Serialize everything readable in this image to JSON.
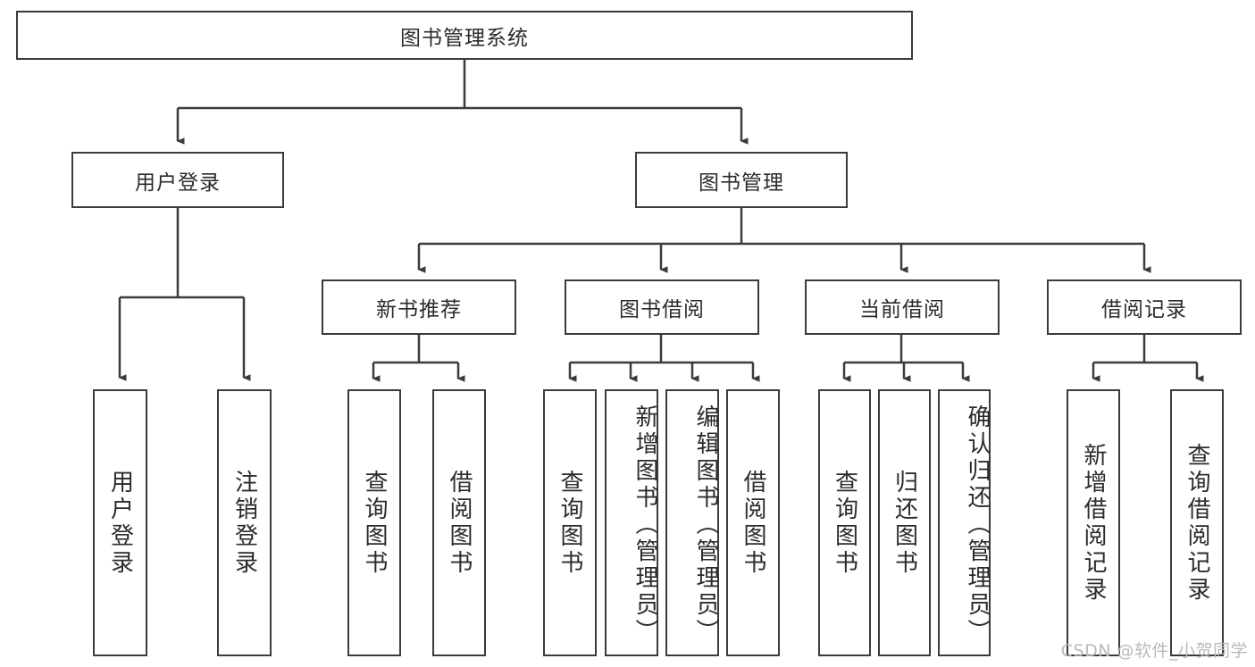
{
  "diagram": {
    "type": "tree-hierarchy",
    "root": {
      "id": "root",
      "label": "图书管理系统"
    },
    "level1": [
      {
        "id": "user-login",
        "label": "用户登录"
      },
      {
        "id": "book-management",
        "label": "图书管理"
      }
    ],
    "level2": [
      {
        "id": "new-book-recommend",
        "label": "新书推荐",
        "parent": "book-management"
      },
      {
        "id": "book-borrow",
        "label": "图书借阅",
        "parent": "book-management"
      },
      {
        "id": "current-borrow",
        "label": "当前借阅",
        "parent": "book-management"
      },
      {
        "id": "borrow-record",
        "label": "借阅记录",
        "parent": "book-management"
      }
    ],
    "leaves": {
      "user_login": [
        {
          "id": "leaf-user-login",
          "label": "用户登录"
        },
        {
          "id": "leaf-user-logout",
          "label": "注销登录"
        }
      ],
      "new_book_recommend": [
        {
          "id": "leaf-query-book-1",
          "label": "查询图书"
        },
        {
          "id": "leaf-borrow-book-1",
          "label": "借阅图书"
        }
      ],
      "book_borrow": [
        {
          "id": "leaf-query-book-2",
          "label": "查询图书"
        },
        {
          "id": "leaf-add-book",
          "label": "新增图书（管理员）"
        },
        {
          "id": "leaf-edit-book",
          "label": "编辑图书（管理员）"
        },
        {
          "id": "leaf-borrow-book-2",
          "label": "借阅图书"
        }
      ],
      "current_borrow": [
        {
          "id": "leaf-query-book-3",
          "label": "查询图书"
        },
        {
          "id": "leaf-return-book",
          "label": "归还图书"
        },
        {
          "id": "leaf-confirm-return",
          "label": "确认归还（管理员）"
        }
      ],
      "borrow_record": [
        {
          "id": "leaf-add-record",
          "label": "新增借阅记录"
        },
        {
          "id": "leaf-query-record",
          "label": "查询借阅记录"
        }
      ]
    }
  },
  "watermark": {
    "text": "CSDN @软件_小贺同学"
  },
  "colors": {
    "stroke": "#3b3b3b",
    "text": "#2b2b2b",
    "background": "#ffffff",
    "watermark": "#b9b9b9"
  }
}
